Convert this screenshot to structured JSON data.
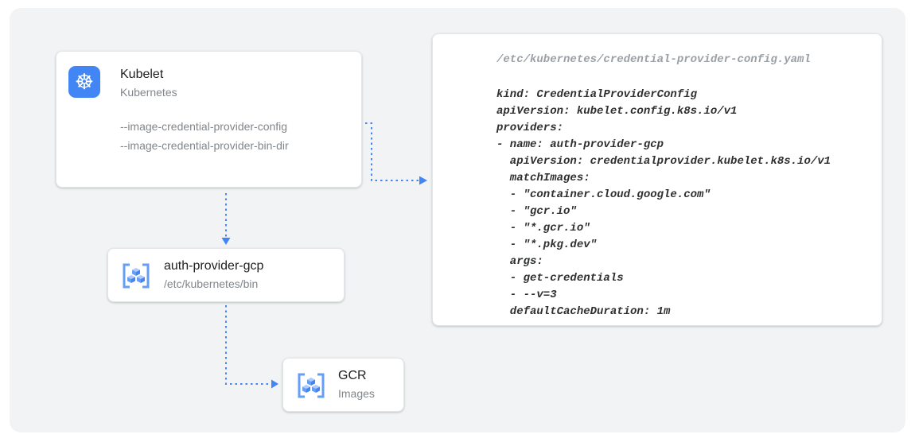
{
  "kubelet_card": {
    "title": "Kubelet",
    "subtitle": "Kubernetes",
    "flags": [
      "--image-credential-provider-config",
      "--image-credential-provider-bin-dir"
    ]
  },
  "auth_provider_card": {
    "title": "auth-provider-gcp",
    "subtitle": "/etc/kubernetes/bin"
  },
  "gcr_card": {
    "title": "GCR",
    "subtitle": "Images"
  },
  "config_card": {
    "path": "/etc/kubernetes/credential-provider-config.yaml",
    "yaml_lines": [
      "kind: CredentialProviderConfig",
      "apiVersion: kubelet.config.k8s.io/v1",
      "providers:",
      "- name: auth-provider-gcp",
      "  apiVersion: credentialprovider.kubelet.k8s.io/v1",
      "  matchImages:",
      "  - \"container.cloud.google.com\"",
      "  - \"gcr.io\"",
      "  - \"*.gcr.io\"",
      "  - \"*.pkg.dev\"",
      "  args:",
      "  - get-credentials",
      "  - --v=3",
      "  defaultCacheDuration: 1m"
    ]
  },
  "colors": {
    "arrow_blue": "#4285f4",
    "icon_blue": "#4285f4",
    "background_gray": "#f1f3f4"
  }
}
